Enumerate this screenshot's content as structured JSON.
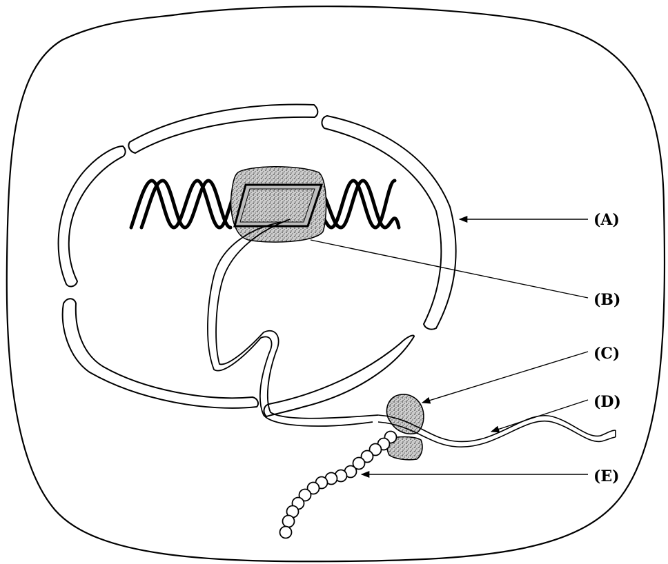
{
  "labels": {
    "a": "(A)",
    "b": "(B)",
    "c": "(C)",
    "d": "(D)",
    "e": "(E)"
  },
  "colors": {
    "ink": "#000000",
    "paper": "#ffffff",
    "stipple": "#6e6e6e"
  }
}
